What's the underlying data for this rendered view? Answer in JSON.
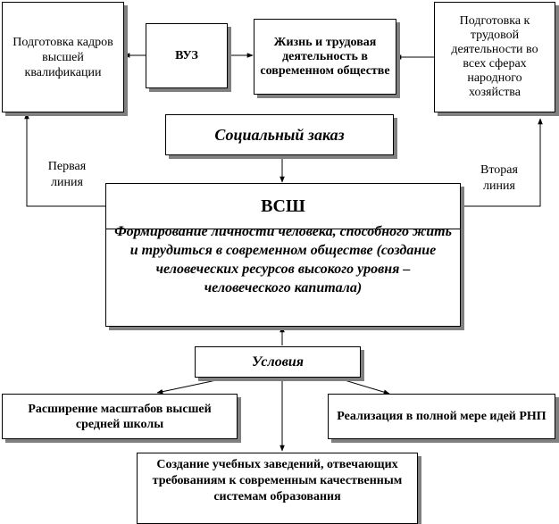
{
  "boxes": {
    "training_top": "Подготовка кадров высшей квалификации",
    "vuz": "ВУЗ",
    "life_work": "Жизнь и трудовая деятельность в современном обществе",
    "training_all": "Подготовка к трудовой деятельности во всех сферах народного хозяйства",
    "social_order": "Социальный заказ",
    "vsh_title": "ВСШ",
    "vsh_body": "Формирование личности человека, способного жить и трудиться в современном обществе (создание человеческих ресурсов высокого уровня – человеческого капитала)",
    "conditions": "Условия",
    "expansion": "Расширение масштабов высшей средней школы",
    "realization": "Реализация в полной мере идей РНП",
    "creation": "Создание учебных заведений, отвечающих требованиям к современным качественным системам образования"
  },
  "labels": {
    "first_line": "Первая линия",
    "second_line": "Вторая линия"
  }
}
